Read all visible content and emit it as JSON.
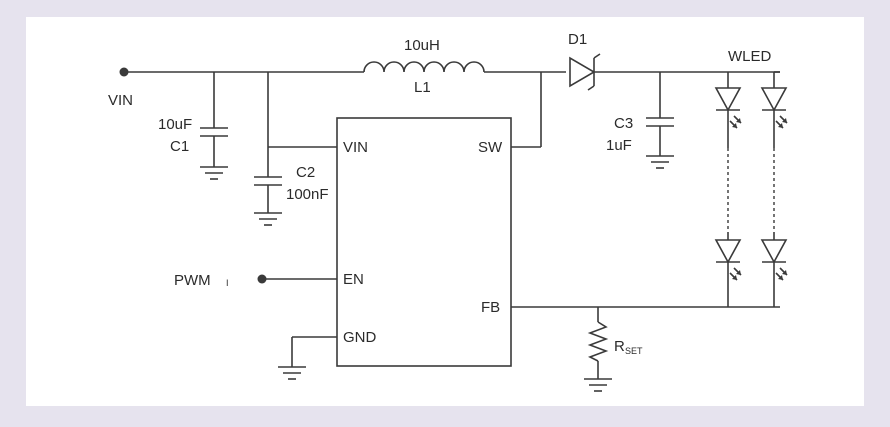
{
  "diagram": {
    "labels": {
      "vin_source": "VIN",
      "inductor_value": "10uH",
      "inductor_ref": "L1",
      "diode_ref": "D1",
      "led_string": "WLED",
      "c1_value": "10uF",
      "c1_ref": "C1",
      "c2_ref": "C2",
      "c2_value": "100nF",
      "c3_ref": "C3",
      "c3_value": "1uF",
      "pwm": "PWM",
      "pwm_mark": "I",
      "rset_main": "R",
      "rset_sub": "SET"
    },
    "ic_pins": {
      "vin": "VIN",
      "sw": "SW",
      "en": "EN",
      "fb": "FB",
      "gnd": "GND"
    }
  },
  "colors": {
    "background": "#e6e3ee",
    "panel": "#ffffff",
    "ink": "#3a3a3a"
  }
}
